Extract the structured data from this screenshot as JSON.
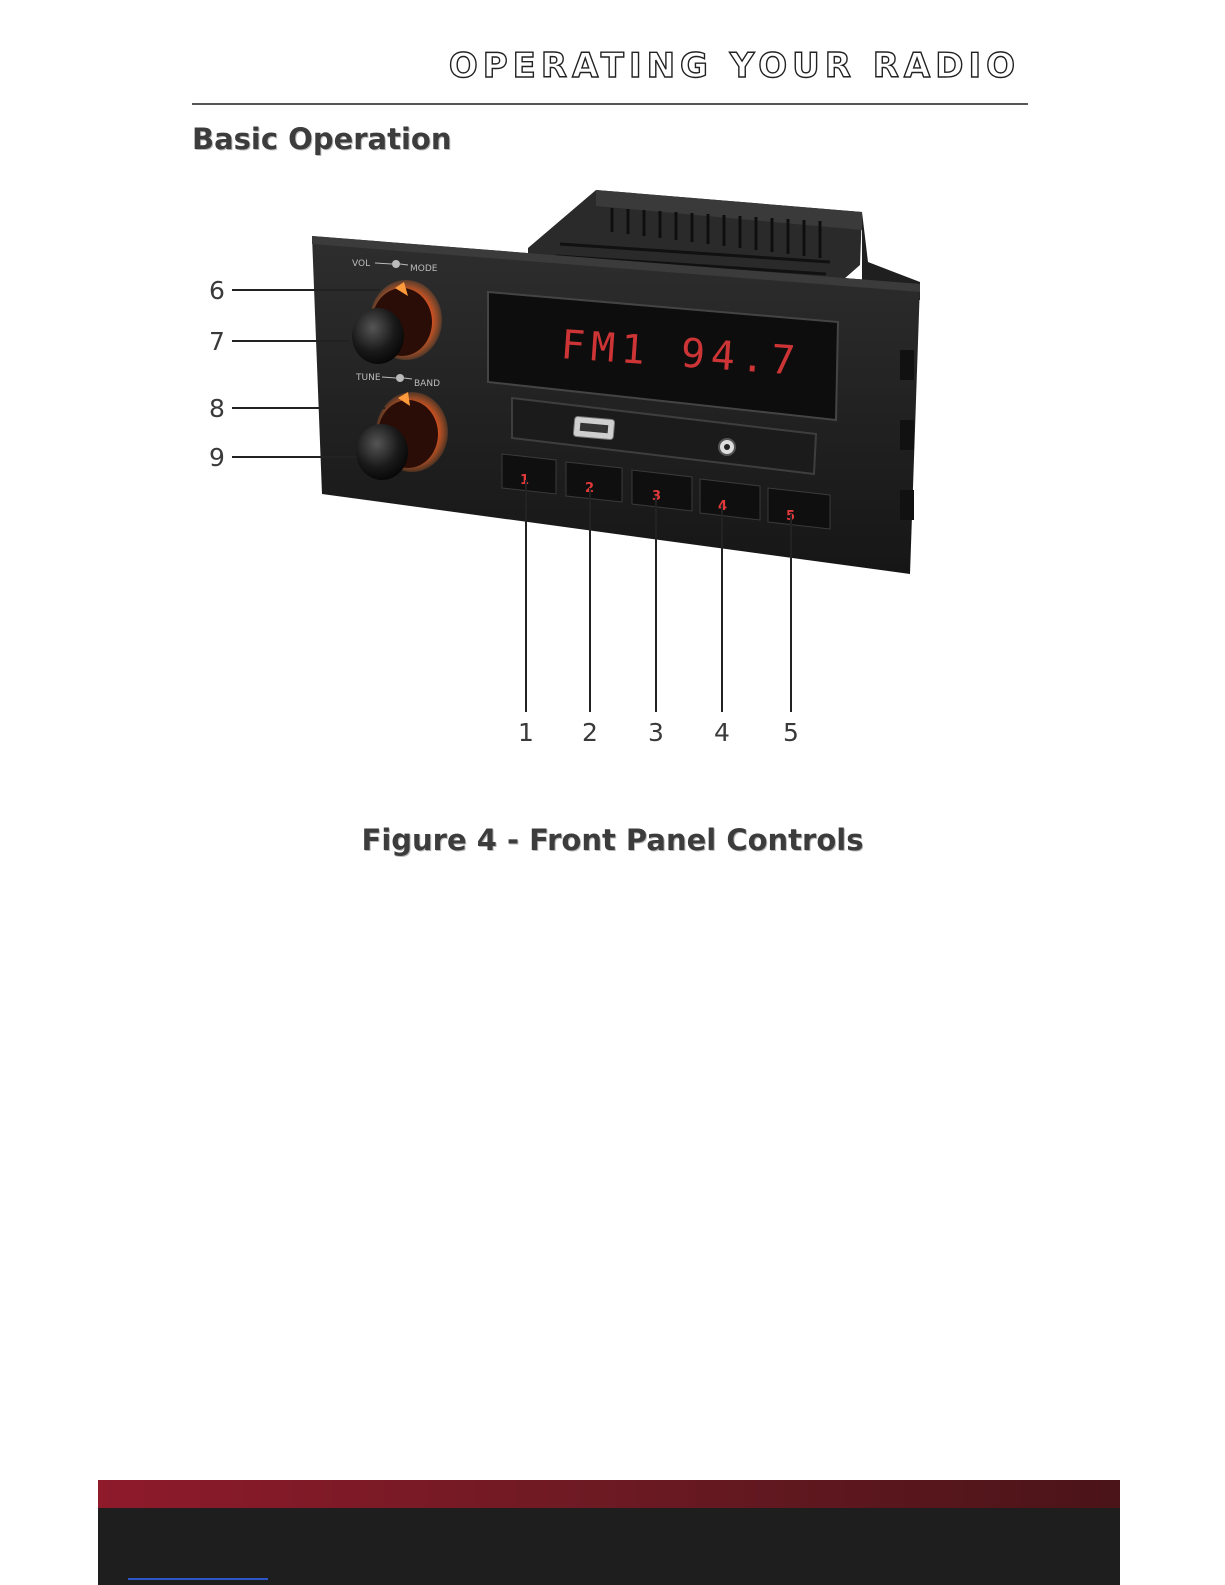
{
  "header": {
    "title": "OPERATING YOUR RADIO"
  },
  "section": {
    "title": "Basic Operation"
  },
  "figure": {
    "caption": "Figure 4 - Front Panel Controls",
    "display_text": "FM1 94.7",
    "knob_top_label_left": "VOL",
    "knob_top_label_right": "MODE",
    "knob_bottom_label_left": "TUNE",
    "knob_bottom_label_right": "BAND",
    "preset_labels": [
      "1",
      "2",
      "3",
      "4",
      "5"
    ],
    "side_callouts": [
      "6",
      "7",
      "8",
      "9"
    ],
    "bottom_callouts": [
      "1",
      "2",
      "3",
      "4",
      "5"
    ]
  },
  "colors": {
    "accent_red": "#8e1a2a",
    "display_red": "#e2393a",
    "knob_glow": "#e8541f"
  }
}
